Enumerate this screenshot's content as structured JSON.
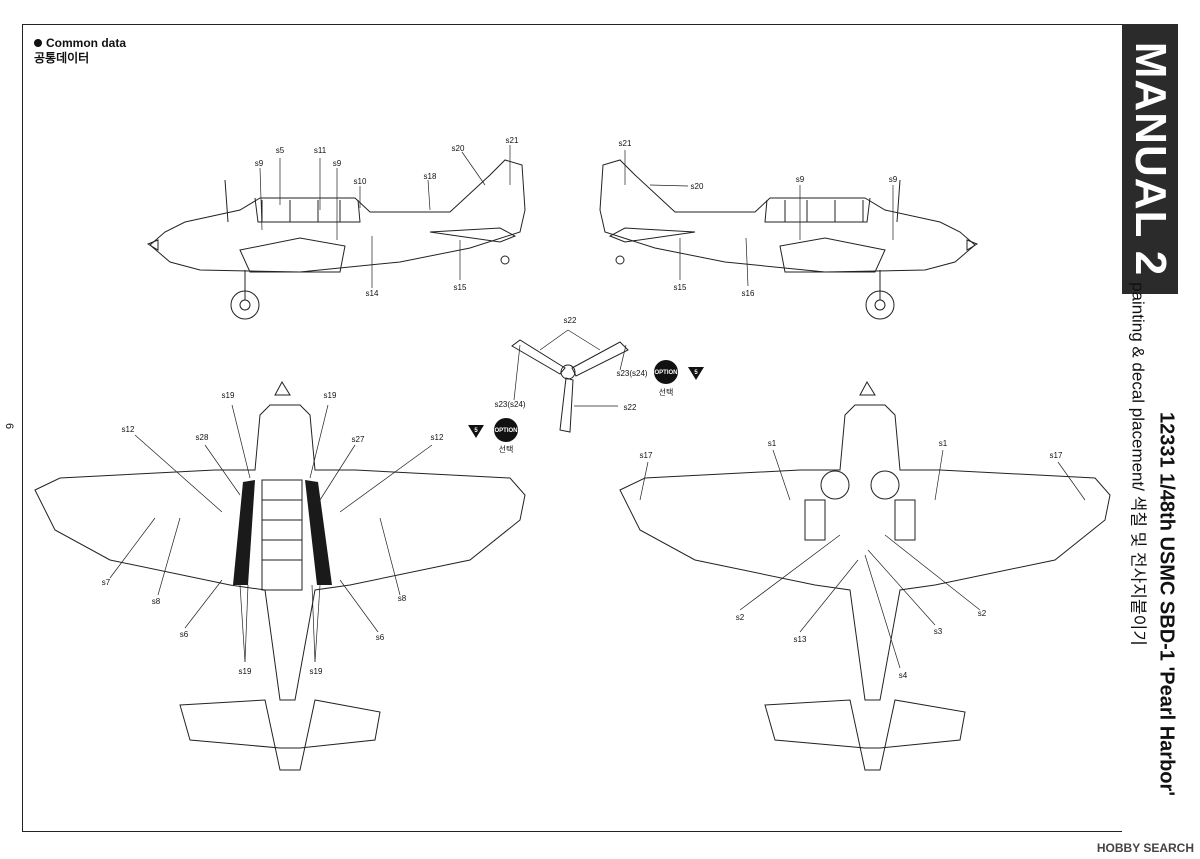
{
  "header": {
    "common_data": "Common data",
    "common_data_ko": "공통데이터",
    "page_number": "6"
  },
  "sidebar": {
    "manual": "MANUAL 2",
    "subtitle": "painting & decal placement/ 색칠 및 전사지붙이기",
    "title": "12331 1/48th USMC SBD-1 'Pearl Harbor'"
  },
  "watermark": "HOBBY SEARCH",
  "option_badge": {
    "label": "OPTION",
    "label_ko": "선택",
    "number": "5"
  },
  "views": {
    "left_side": [
      "s5",
      "s11",
      "s9",
      "s9",
      "s10",
      "s18",
      "s20",
      "s21",
      "s14",
      "s15"
    ],
    "right_side": [
      "s21",
      "s20",
      "s9",
      "s9",
      "s15",
      "s16"
    ],
    "propeller": [
      "s22",
      "s23(s24)",
      "s23(s24)",
      "s22"
    ],
    "top": [
      "s19",
      "s19",
      "s12",
      "s28",
      "s27",
      "s12",
      "s7",
      "s8",
      "s8",
      "s6",
      "s6",
      "s19",
      "s19"
    ],
    "bottom": [
      "s17",
      "s1",
      "s1",
      "s17",
      "s2",
      "s2",
      "s13",
      "s3",
      "s4"
    ]
  },
  "colors": {
    "line": "#222222",
    "sidebar_black": "#2b2b2b",
    "stripe": "#1a1a1a"
  }
}
